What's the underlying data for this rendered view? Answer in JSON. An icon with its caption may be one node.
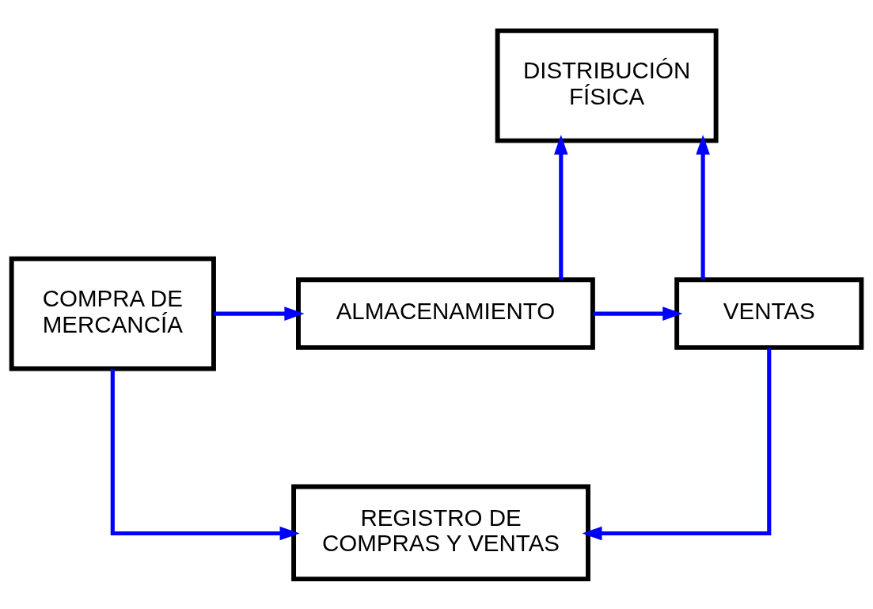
{
  "diagram": {
    "nodes": [
      {
        "text": [
          "DISTRIBUCIÓN FÍSICA"
        ]
      },
      {
        "text": [
          "COMPRA DE MERCANCÍA"
        ]
      },
      {
        "text": [
          "ALMACENAMIENTO"
        ]
      },
      {
        "text": [
          "VENTAS"
        ]
      },
      {
        "text": [
          "REGISTRO DE COMPRAS Y VENTAS"
        ]
      }
    ],
    "edges": [
      {
        "from": 1,
        "to": 2,
        "arrow": "to"
      },
      {
        "from": 2,
        "to": 3,
        "arrow": "to"
      },
      {
        "from": 2,
        "to": 0,
        "arrow": "to"
      },
      {
        "from": 3,
        "to": 0,
        "arrow": "to"
      },
      {
        "from": 1,
        "to": 4,
        "arrow": "to"
      },
      {
        "from": 3,
        "to": 4,
        "arrow": "to"
      }
    ]
  }
}
